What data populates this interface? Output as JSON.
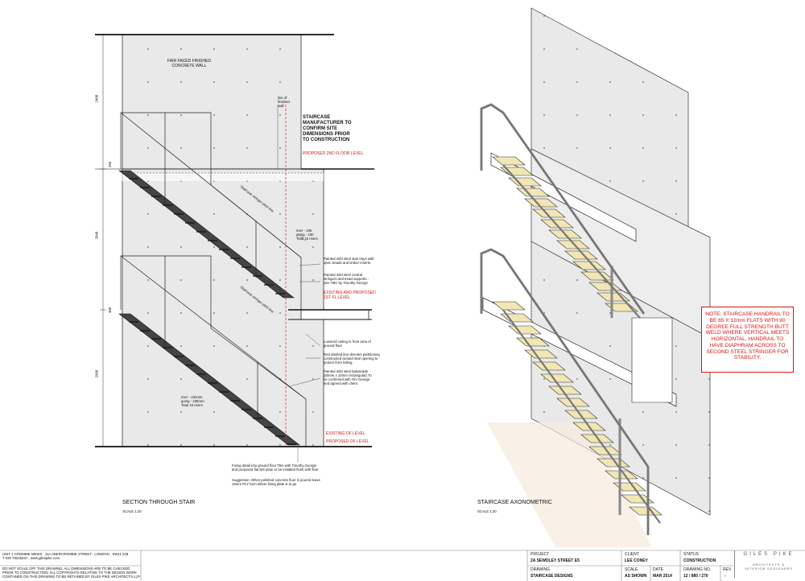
{
  "section": {
    "title": "SECTION THROUGH STAIR",
    "scale": "SCALE 1:20",
    "wall_label": "FAIR FACED FINISHED\nCONCRETE WALL",
    "line_finished_wall": "line of\nfinished\nwall",
    "manufacturer_note": "STAIRCASE\nMANUFACTURER TO\nCONFIRM SITE\nDIMENSIONS PRIOR\nTO CONSTRUCTION",
    "proposed_2nd_floor": "PROPOSED 2ND FLOOR LEVEL",
    "existing_1st_fl": "EXISTING AND PROPOSED\n1ST FL LEVEL",
    "existing_level": "EXISTING OF LEVEL",
    "proposed_level": "PROPOSED OF LEVEL",
    "pitch_upper": "riser - 195\ngoing - 230\nTotal 15 risers",
    "pitch_lower": "riser - 181mm\ngoing - 235mm\nTotal 16 risers",
    "note_treads": "Painted mild steel stair trays with\nopen treads and timber inserts.",
    "note_stringers": "Painted mild steel central\nstringers and tread supports -\nsize TBC by Timothy George",
    "note_ceiling": "Lowered ceiling in front area of\nground floor",
    "note_red_dashed": "Red dashed line denotes partitioning\nconstructed around stair opening to\nprotect from falling.",
    "note_balustrade": "Painted mild steel balustrade\n(50mm x 10mm rectangular) To\nbe confirmed with Tim George\nand agreed with client",
    "note_fixing": "Fixing detail into ground floor TBA with Timothy George\nand proposed flat MS plate to be installed flush with floor",
    "note_suggestion": "Suggestion: When polished concrete floor is poured leave\n15mm PLY form where fixing plate is to go",
    "dim_top": "2400",
    "dim_mid": "2840",
    "dim_bot": "2900",
    "dim_small1": "250",
    "dim_small2": "400",
    "slope_upper": "Staircase stringer pitch line",
    "slope_lower": "Staircase stringer pitch line"
  },
  "axonometric": {
    "title": "STAIRCASE AXONOMETRIC",
    "scale": "SCALE 1:20",
    "handrail_note": "NOTE: STAIRCASE HANDRAIL\nTO BE 65 X 12mm FLATS WITH\n90 DEGREE FULL STRENGTH\nBUTT WELD WHERE VERTICAL\nMEETS HORIZONTAL.\nHANDRAIL TO HAVE\nDIAPHRAM ACROSS TO\nSECOND STEEL STRINGER\nFOR STABILITY."
  },
  "title_block": {
    "address": "UNIT 1 CROMBIE MEWS , 11A ABERCROMBIE STREET , LONDON , SW11 2JB\nT 020 79245257 , www.gilespike.com",
    "disclaimer": "DO  NOT  SCALE  OFF  THIS  DRAWING. ALL DIMENSIONS ARE TO BE CHECKED\nPRIOR TO CONSTRUCTION. ALL COPYRIGHTS RELATING TO THE DESIGN WORK\nCONTAINED ON THIS DRAWING TO BE RETAINED BY GILES PIKE ARCHITECTS LLP.",
    "project_label": "PROJECT",
    "project_value": "2A SEWDLEY STREET E5",
    "client_label": "CLIENT",
    "client_value": "LEE CONEY",
    "status_label": "STATUS",
    "status_value": "CONSTRUCTION",
    "drawing_label": "DRAWING",
    "drawing_value": "STAIRCASE DESIGNS",
    "scale_label": "SCALE",
    "scale_value": "AS SHOWN",
    "date_label": "DATE",
    "date_value": "MAR 2014",
    "drawing_no_label": "DRAWING NO.",
    "drawing_no_value": "12 / 880 / 270",
    "rev_label": "REV.",
    "rev_value": "-",
    "logo_name": "GILES PIKE",
    "logo_sub": "ARCHITECTS &\nINTERIOR DESIGNERS"
  }
}
